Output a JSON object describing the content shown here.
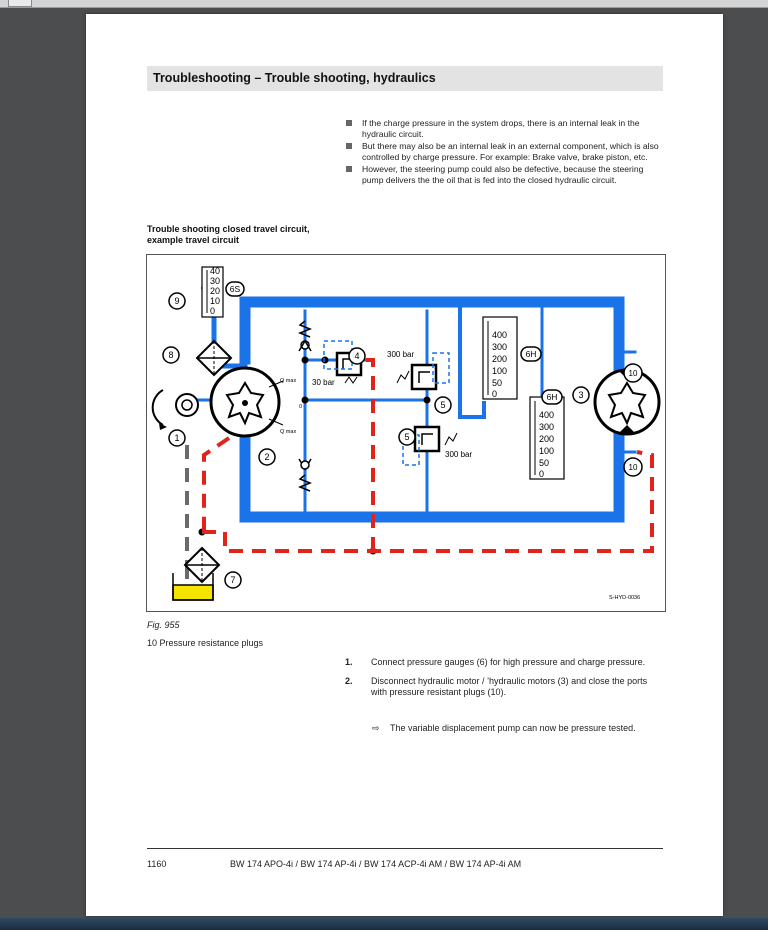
{
  "header": {
    "title": "Troubleshooting – Trouble shooting, hydraulics"
  },
  "bullets": [
    "If the charge pressure in the system drops, there is an internal leak in the hydraulic circuit.",
    "But there may also be an internal leak in an external component, which is also controlled by charge pressure. For example: Brake valve, brake piston, etc.",
    "However, the steering pump could also be defective, because the steering pump delivers the the oil that is fed into the closed hydraulic circuit."
  ],
  "section_caption": "Trouble shooting closed travel circuit, example travel circuit",
  "figure": {
    "callouts": {
      "c1": "1",
      "c2": "2",
      "c3": "3",
      "c4": "4",
      "c5a": "5",
      "c5b": "5",
      "c7": "7",
      "c8": "8",
      "c9": "9",
      "c10a": "10",
      "c10b": "10",
      "c6s": "6S",
      "c6h_a": "6H",
      "c6h_b": "6H"
    },
    "labels": {
      "bar300_top": "300 bar",
      "bar300_bottom": "300 bar",
      "bar30": "30 bar",
      "qmax_top": "Q max",
      "qmax_bottom": "Q max",
      "zero": "0",
      "code": "S-HYD-0036"
    },
    "gauge_6s_ticks": [
      "40",
      "30",
      "20",
      "10",
      "0"
    ],
    "gauge_6h_ticks": [
      "400",
      "300",
      "200",
      "100",
      "50",
      "0"
    ],
    "colors": {
      "high_pressure": "#1a73e8",
      "leak_line": "#e0241b",
      "fluid": "#f5e400"
    }
  },
  "fig_label": "Fig.  955",
  "legend": "10  Pressure resistance plugs",
  "steps": [
    {
      "num": "1.",
      "text": "Connect pressure gauges (6) for high pressure and charge pressure."
    },
    {
      "num": "2.",
      "text": "Disconnect hydraulic motor / ’hydraulic motors (3) and close the ports with pressure resistant plugs (10)."
    }
  ],
  "result": {
    "arrow": "⇨",
    "text": "The variable displacement pump can now be pressure tested."
  },
  "footer": {
    "page_number": "1160",
    "models": "BW 174 APO-4i / BW 174 AP-4i / BW 174 ACP-4i AM / BW 174 AP-4i AM"
  }
}
